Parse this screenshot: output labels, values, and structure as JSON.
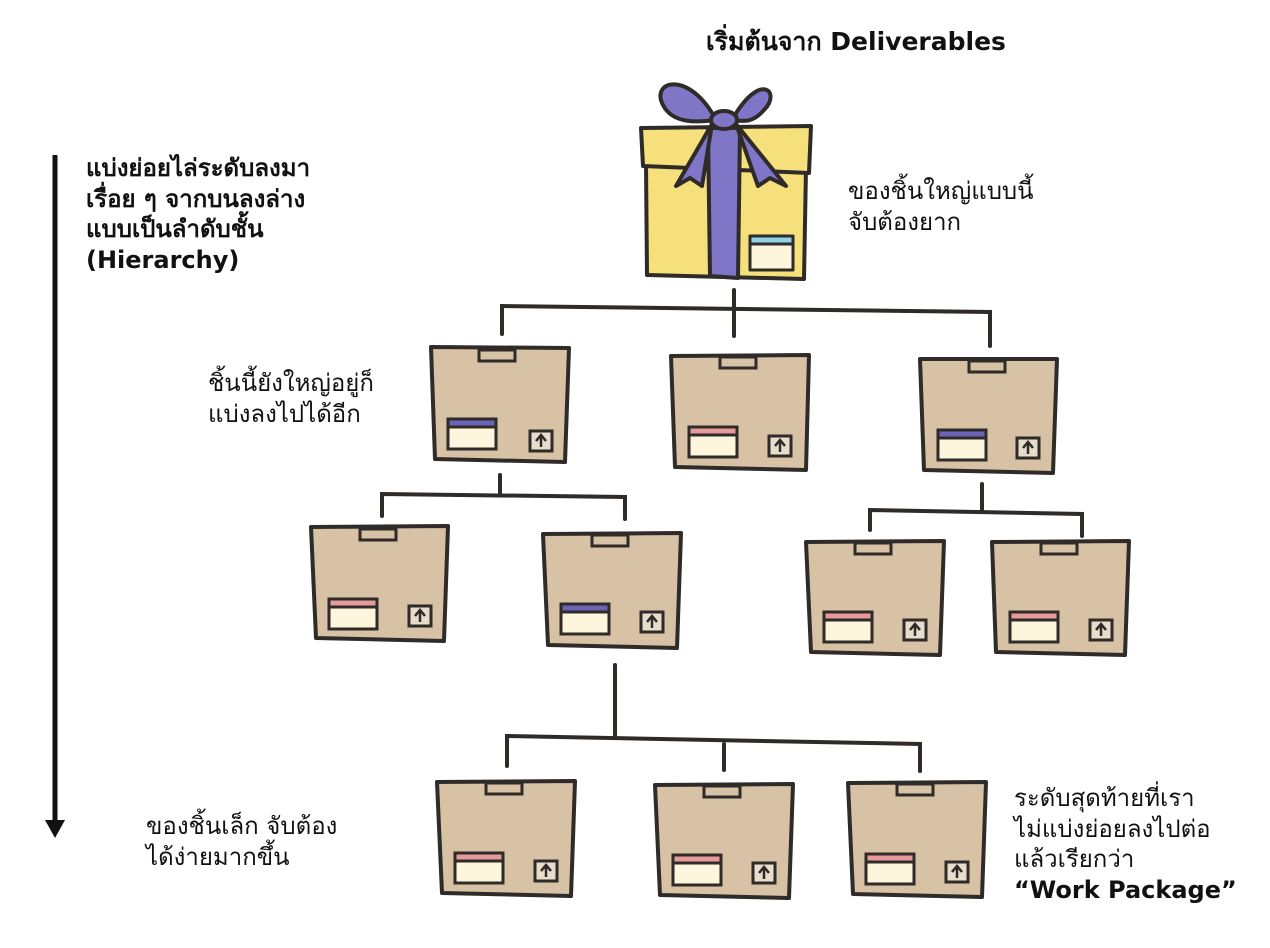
{
  "title": "เริ่มต้นจาก Deliverables",
  "side_note": {
    "lines": [
      "แบ่งย่อยไล่ระดับลงมา",
      "เรื่อย ๆ จากบนลงล่าง",
      "แบบเป็นลำดับชั้น",
      "(Hierarchy)"
    ]
  },
  "gift_note": {
    "lines": [
      "ของชิ้นใหญ่แบบนี้",
      "จับต้องยาก"
    ]
  },
  "level1_note": {
    "lines": [
      "ชิ้นนี้ยังใหญ่อยู่ก็",
      "แบ่งลงไปได้อีก"
    ]
  },
  "small_note": {
    "lines": [
      "ของชิ้นเล็ก จับต้อง",
      "ได้ง่ายมากขึ้น"
    ]
  },
  "work_package_note": {
    "lines": [
      "ระดับสุดท้ายที่เรา",
      "ไม่แบ่งย่อยลงไปต่อ",
      "แล้วเรียกว่า"
    ],
    "emphasis": "“Work Package”"
  },
  "colors": {
    "box": "#d8c2a6",
    "outline": "#2e2b28",
    "gift": "#f5e07c",
    "ribbon": "#7f76c8",
    "label_blue": "#6b63b8",
    "label_pink": "#e79a9a",
    "label_cyan": "#8fd3e6",
    "label_bg": "#fdf6dc"
  }
}
